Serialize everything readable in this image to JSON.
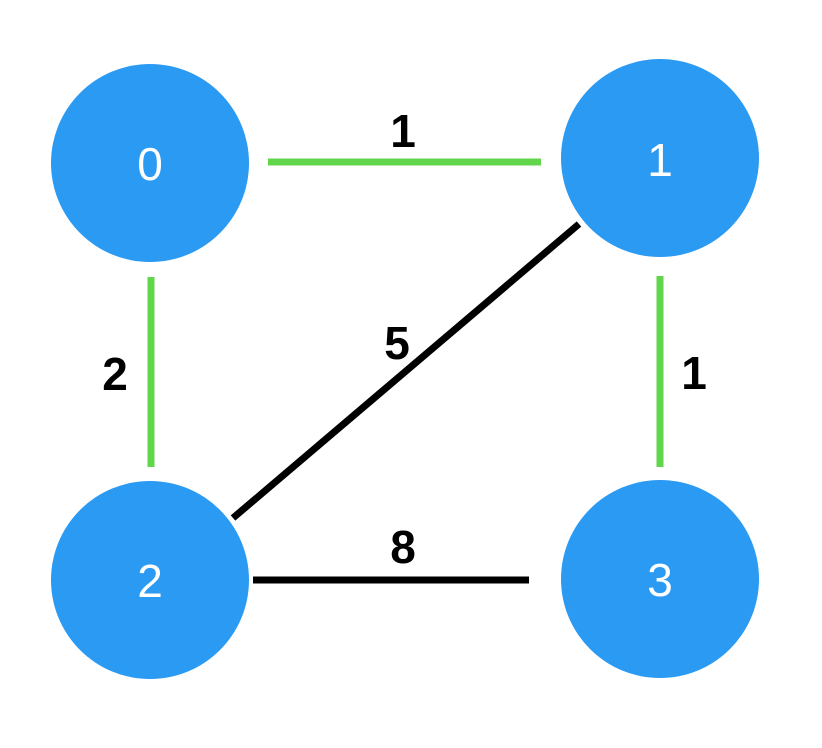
{
  "colors": {
    "background": "#FFFFFF",
    "node_fill": "#2B9AF3",
    "node_label": "#FFFFFF",
    "edge_highlight": "#61D64A",
    "edge_default": "#000000",
    "weight_label": "#000000"
  },
  "diagram": {
    "type": "weighted-undirected-graph",
    "nodes": [
      {
        "label": "0"
      },
      {
        "label": "1"
      },
      {
        "label": "2"
      },
      {
        "label": "3"
      }
    ],
    "edges": [
      {
        "from": "0",
        "to": "1",
        "weight": "1",
        "highlighted": true
      },
      {
        "from": "0",
        "to": "2",
        "weight": "2",
        "highlighted": true
      },
      {
        "from": "1",
        "to": "3",
        "weight": "1",
        "highlighted": true
      },
      {
        "from": "1",
        "to": "2",
        "weight": "5",
        "highlighted": false
      },
      {
        "from": "2",
        "to": "3",
        "weight": "8",
        "highlighted": false
      }
    ]
  }
}
